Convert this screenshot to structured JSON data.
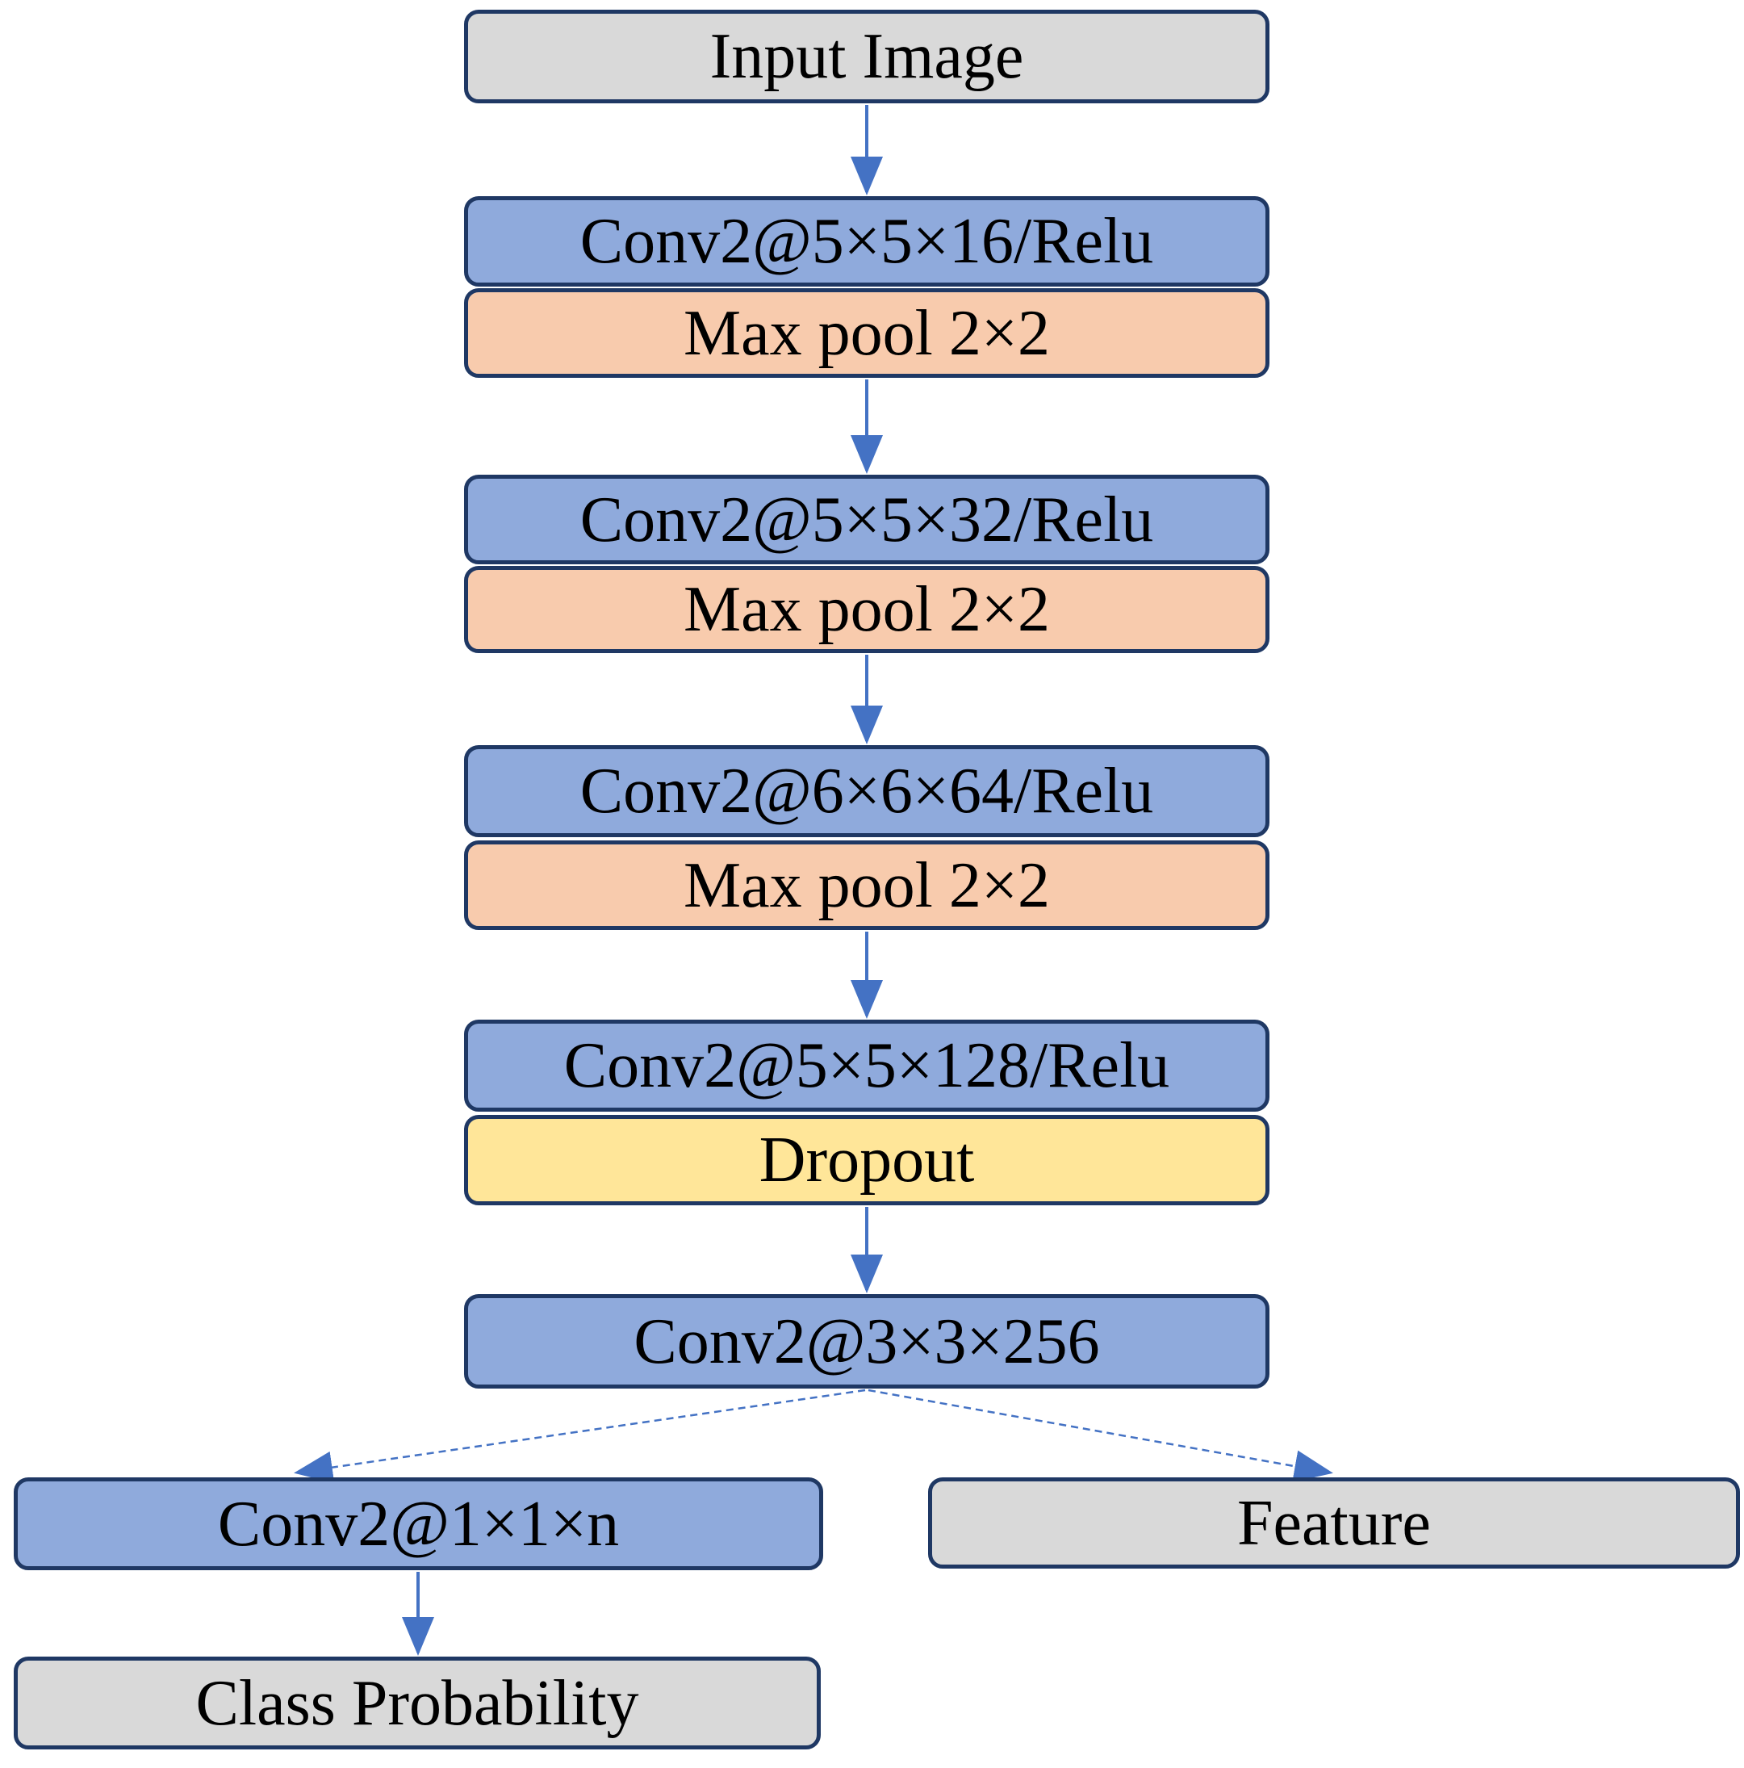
{
  "diagram_title": "CNN architecture flow diagram",
  "nodes": {
    "input": {
      "label": "Input Image",
      "type": "io"
    },
    "conv1": {
      "label": "Conv2@5×5×16/Relu",
      "type": "conv"
    },
    "pool1": {
      "label": "Max pool 2×2",
      "type": "pool"
    },
    "conv2": {
      "label": "Conv2@5×5×32/Relu",
      "type": "conv"
    },
    "pool2": {
      "label": "Max pool 2×2",
      "type": "pool"
    },
    "conv3": {
      "label": "Conv2@6×6×64/Relu",
      "type": "conv"
    },
    "pool3": {
      "label": "Max pool 2×2",
      "type": "pool"
    },
    "conv4": {
      "label": "Conv2@5×5×128/Relu",
      "type": "conv"
    },
    "dropout": {
      "label": "Dropout",
      "type": "dropout"
    },
    "conv5": {
      "label": "Conv2@3×3×256",
      "type": "conv"
    },
    "conv6": {
      "label": "Conv2@1×1×n",
      "type": "conv"
    },
    "feature": {
      "label": "Feature",
      "type": "io"
    },
    "class_probability": {
      "label": "Class Probability",
      "type": "io"
    }
  },
  "edges": [
    {
      "from": "input",
      "to": "conv1",
      "style": "solid"
    },
    {
      "from": "pool1",
      "to": "conv2",
      "style": "solid"
    },
    {
      "from": "pool2",
      "to": "conv3",
      "style": "solid"
    },
    {
      "from": "pool3",
      "to": "conv4",
      "style": "solid"
    },
    {
      "from": "dropout",
      "to": "conv5",
      "style": "solid"
    },
    {
      "from": "conv5",
      "to": "conv6",
      "style": "dashed"
    },
    {
      "from": "conv5",
      "to": "feature",
      "style": "dashed"
    },
    {
      "from": "conv6",
      "to": "class_probability",
      "style": "solid"
    }
  ],
  "colors": {
    "conv_fill": "#8FAADC",
    "pool_fill": "#F8CBAD",
    "dropout_fill": "#FFE699",
    "io_fill": "#D9D9D9",
    "border": "#1F3864",
    "arrow": "#4472C4",
    "text": "#000000"
  }
}
